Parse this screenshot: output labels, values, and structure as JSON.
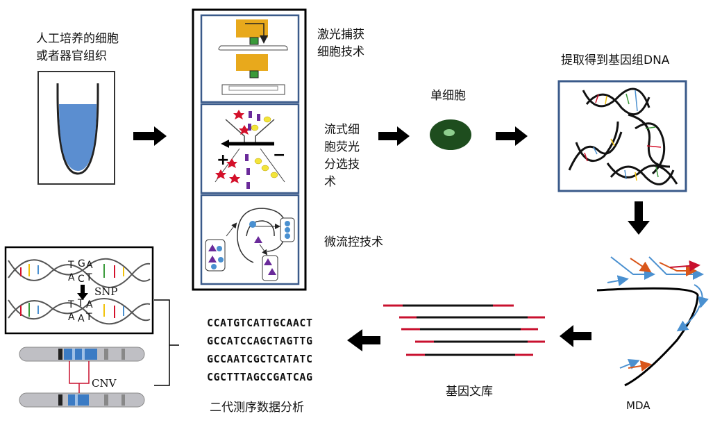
{
  "labels": {
    "culture_line1": "人工培养的细胞",
    "culture_line2": "或者器官组织",
    "laser_line1": "激光捕获",
    "laser_line2": "细胞技术",
    "facs_line1": "流式细",
    "facs_line2": "胞荧光",
    "facs_line3": "分选技",
    "facs_line4": "术",
    "microfluidic": "微流控技术",
    "single_cell": "单细胞",
    "extract": "提取得到基因组DNA",
    "mda": "MDA",
    "library": "基因文库",
    "ngs": "二代测序数据分析",
    "snp": "SNP",
    "cnv": "CNV",
    "facs_plus": "+",
    "facs_minus": "−"
  },
  "sequences": [
    "CCATGTCATTGCAACT",
    "GCCATCCAGCTAGTTG",
    "GCCAATCGCTCATATC",
    "CGCTTTAGCCGATCAG"
  ],
  "snp_bases": {
    "top_left": "T",
    "top_mid": "G",
    "top_right": "A",
    "bot_left": "A",
    "bot_mid": "C",
    "bot_right": "T",
    "top2_left": "T",
    "top2_mid": "T",
    "top2_right": "A",
    "bot2_left": "A",
    "bot2_mid": "A",
    "bot2_right": "T"
  },
  "colors": {
    "tube_liquid": "#5b8ed0",
    "cell_dark": "#1e4d1e",
    "cell_nucleus": "#8fcf8f",
    "red_tag": "#c8102e",
    "blue_arrow": "#4a90d0",
    "panel_border": "#3a5a8a",
    "laser_yellow": "#e8a91c",
    "purple": "#6a2a9a",
    "dot_yellow": "#f2e43a",
    "cnv_blue": "#3b7bc4"
  }
}
